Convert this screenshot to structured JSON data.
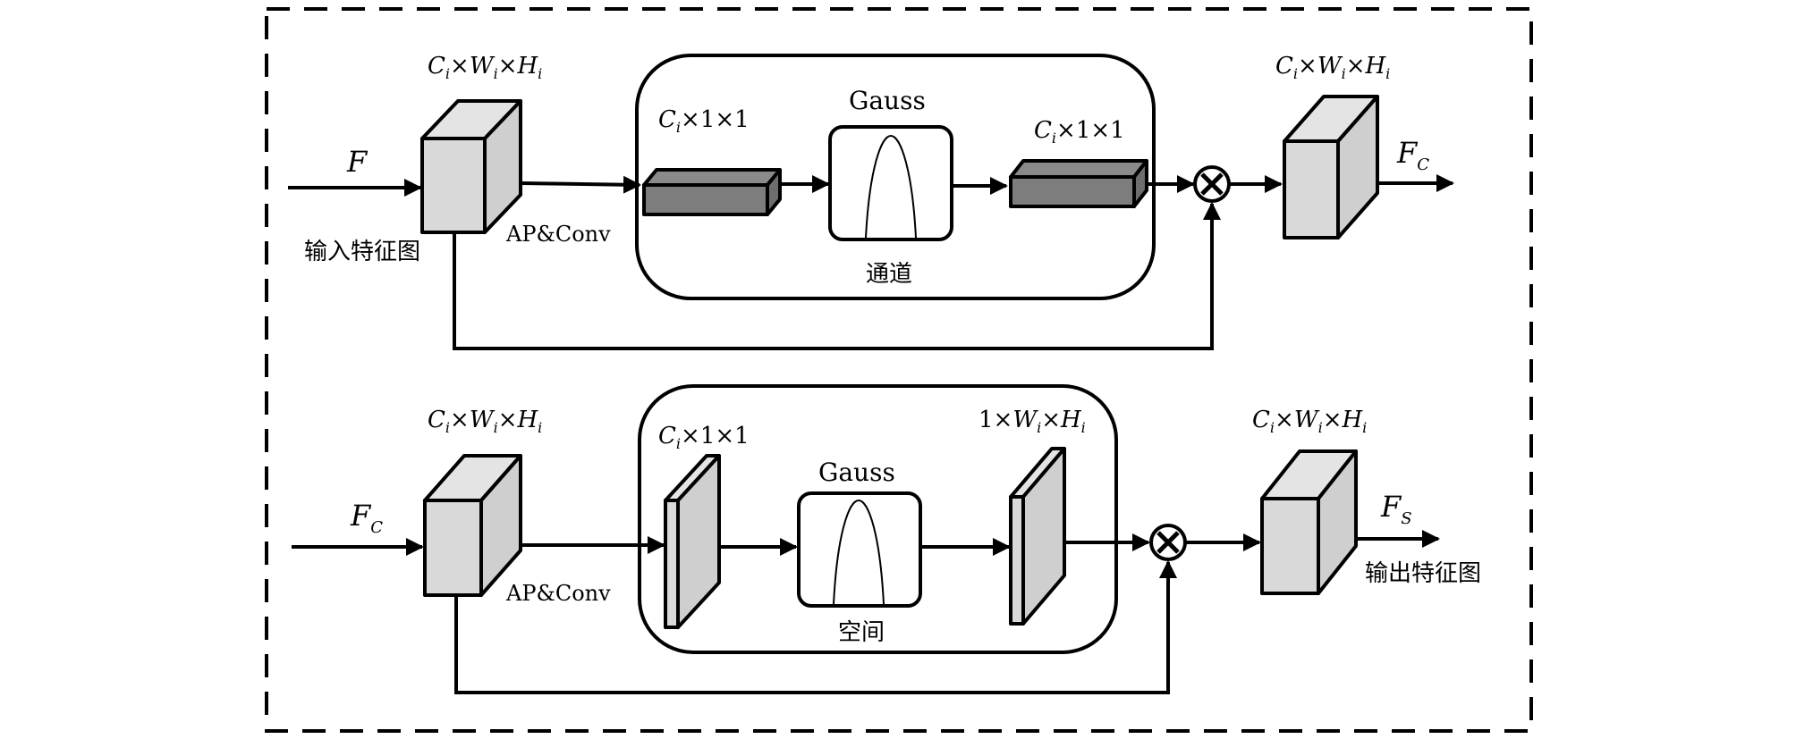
{
  "top_row": {
    "input_symbol": "F",
    "input_caption": "输入特征图",
    "input_dims": {
      "c": "C",
      "c_sub": "i",
      "w": "W",
      "w_sub": "i",
      "h": "H",
      "h_sub": "i"
    },
    "conv_label": "AP&Conv",
    "module_caption": "通道",
    "gauss_label": "Gauss",
    "pre_gauss_dims": {
      "c": "C",
      "c_sub": "i",
      "rest": "×1×1"
    },
    "post_gauss_dims": {
      "c": "C",
      "c_sub": "i",
      "rest": "×1×1"
    },
    "output_dims": {
      "c": "C",
      "c_sub": "i",
      "w": "W",
      "w_sub": "i",
      "h": "H",
      "h_sub": "i"
    },
    "output_symbol": "F",
    "output_symbol_sub": "C"
  },
  "bottom_row": {
    "input_symbol": "F",
    "input_symbol_sub": "C",
    "input_dims": {
      "c": "C",
      "c_sub": "i",
      "w": "W",
      "w_sub": "i",
      "h": "H",
      "h_sub": "i"
    },
    "conv_label": "AP&Conv",
    "module_caption": "空间",
    "gauss_label": "Gauss",
    "pre_gauss_dims": {
      "c": "C",
      "c_sub": "i",
      "rest": "×1×1"
    },
    "post_gauss_dims": {
      "lead": "1×",
      "w": "W",
      "w_sub": "i",
      "h": "H",
      "h_sub": "i"
    },
    "output_dims": {
      "c": "C",
      "c_sub": "i",
      "w": "W",
      "w_sub": "i",
      "h": "H",
      "h_sub": "i"
    },
    "output_symbol": "F",
    "output_symbol_sub": "S",
    "output_caption": "输出特征图"
  },
  "multiply_symbol": "⊗"
}
